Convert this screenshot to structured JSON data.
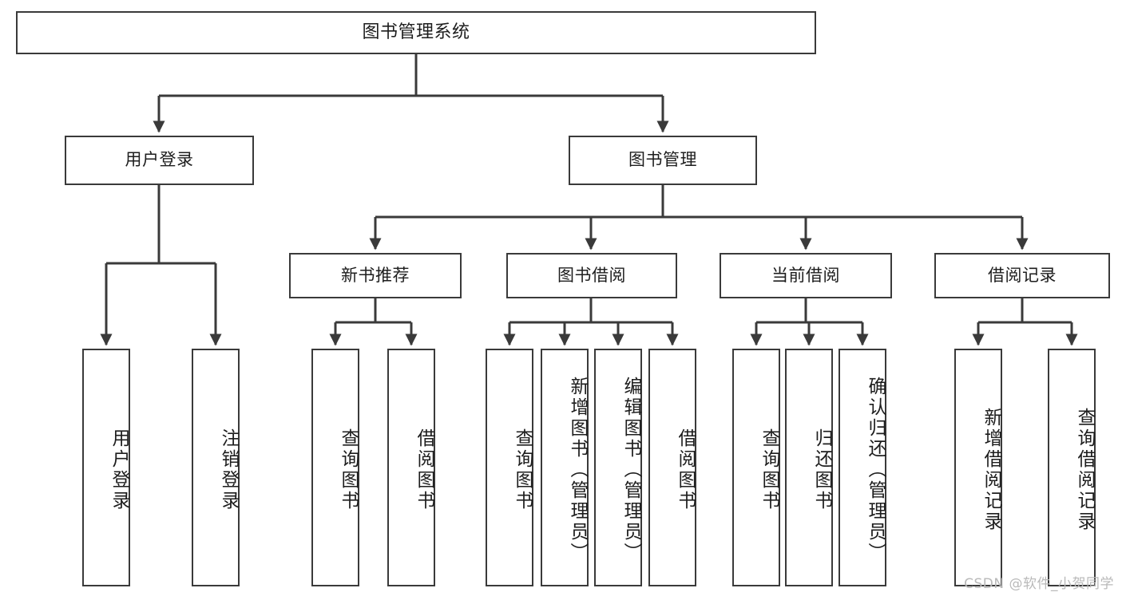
{
  "diagram": {
    "type": "hierarchy-flowchart",
    "title": "图书管理系统",
    "watermark": "CSDN @软件_小贺同学",
    "colors": {
      "stroke": "#3a3a3a",
      "fill": "#ffffff",
      "text": "#1d1d1d",
      "watermark": "#b9b9b9"
    },
    "levels": {
      "root": {
        "label": "图书管理系统"
      },
      "level2": [
        {
          "label": "用户登录"
        },
        {
          "label": "图书管理"
        }
      ],
      "level3": [
        {
          "label": "新书推荐"
        },
        {
          "label": "图书借阅"
        },
        {
          "label": "当前借阅"
        },
        {
          "label": "借阅记录"
        }
      ],
      "leaves": {
        "user_login": [
          {
            "label": "用户登录"
          },
          {
            "label": "注销登录"
          }
        ],
        "new_book_recommend": [
          {
            "label": "查询图书"
          },
          {
            "label": "借阅图书"
          }
        ],
        "book_borrow": [
          {
            "label": "查询图书"
          },
          {
            "label": "新增图书（管理员）"
          },
          {
            "label": "编辑图书（管理员）"
          },
          {
            "label": "借阅图书"
          }
        ],
        "current_borrow": [
          {
            "label": "查询图书"
          },
          {
            "label": "归还图书"
          },
          {
            "label": "确认归还（管理员）"
          }
        ],
        "borrow_records": [
          {
            "label": "新增借阅记录"
          },
          {
            "label": "查询借阅记录"
          }
        ]
      }
    }
  }
}
